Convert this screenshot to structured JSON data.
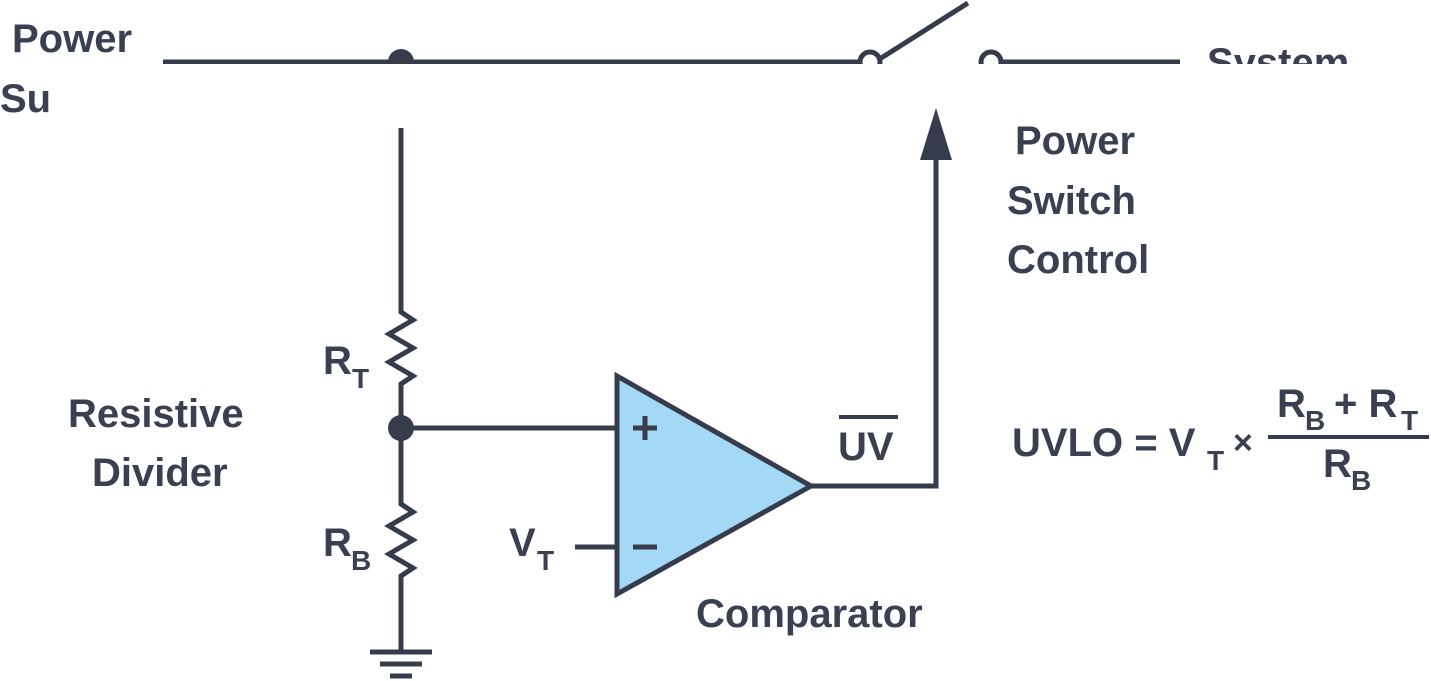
{
  "labels": {
    "power_supply_line1": "Power",
    "power_supply_line2": "Su",
    "system": "System",
    "power_switch_control": [
      "Power",
      "Switch",
      "Control"
    ],
    "resistive_divider": [
      "Resistive",
      "Divider"
    ],
    "rt_main": "R",
    "rt_sub": "T",
    "rb_main": "R",
    "rb_sub": "B",
    "vt_main": "V",
    "vt_sub": "T",
    "plus": "+",
    "minus": "−",
    "uv": "UV",
    "comparator": "Comparator"
  },
  "formula": {
    "lhs": "UVLO = V",
    "lhs_sub": "T",
    "times": "×",
    "num_r1": "R",
    "num_r1_sub": "B",
    "num_plus": "+ R",
    "num_r2_sub": "T",
    "den_r": "R",
    "den_r_sub": "B"
  },
  "colors": {
    "stroke": "#363c4c",
    "text": "#3a4052",
    "comparator_fill": "#a3d9f5"
  }
}
